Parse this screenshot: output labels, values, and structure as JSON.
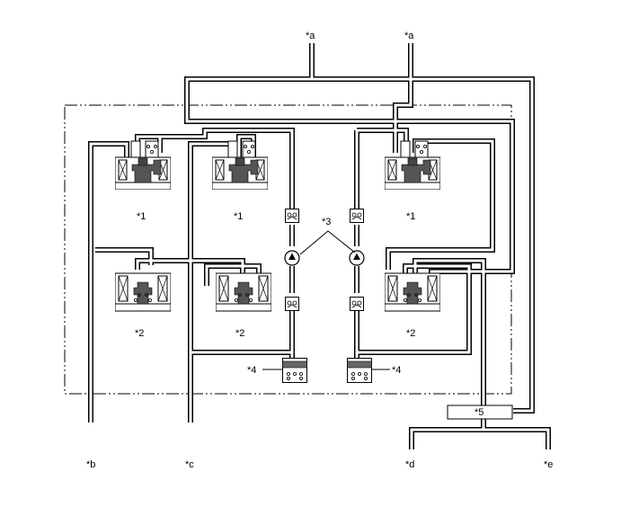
{
  "labels": {
    "a_left": "*a",
    "a_right": "*a",
    "b": "*b",
    "c": "*c",
    "d": "*d",
    "e": "*e",
    "valve1_left": "*1",
    "valve1_mid": "*1",
    "valve1_right": "*1",
    "valve2_left": "*2",
    "valve2_mid": "*2",
    "valve2_right": "*2",
    "pump": "*3",
    "reservoir_left": "*4",
    "reservoir_right": "*4",
    "master": "*5"
  }
}
